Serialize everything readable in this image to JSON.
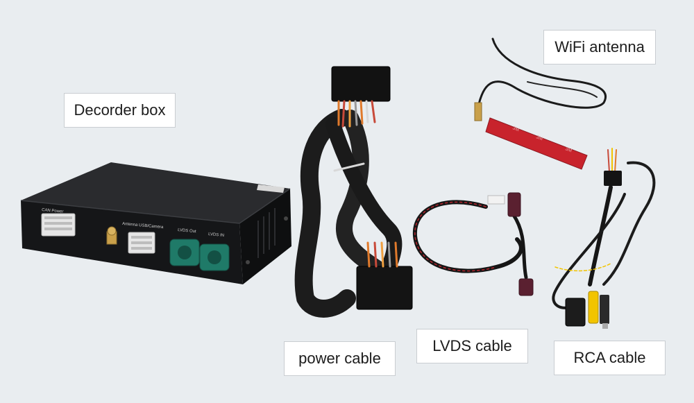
{
  "labels": {
    "decoder_box": "Decorder box",
    "wifi_antenna": "WiFi antenna",
    "power_cable": "power cable",
    "lvds_cable": "LVDS cable",
    "rca_cable": "RCA cable"
  },
  "box_print": {
    "can_power": "CAN Power",
    "antenna_usb_camera": "Antenna USB/Camera",
    "lvds_out": "LVDS Out",
    "lvds_in": "LVDS IN"
  },
  "antenna_print": "3M",
  "colors": {
    "background": "#e9edf0",
    "box_body": "#1b1c1e",
    "antenna_red": "#c8232c",
    "connector_teal": "#1f7a68",
    "sma_gold": "#c9a04a"
  }
}
